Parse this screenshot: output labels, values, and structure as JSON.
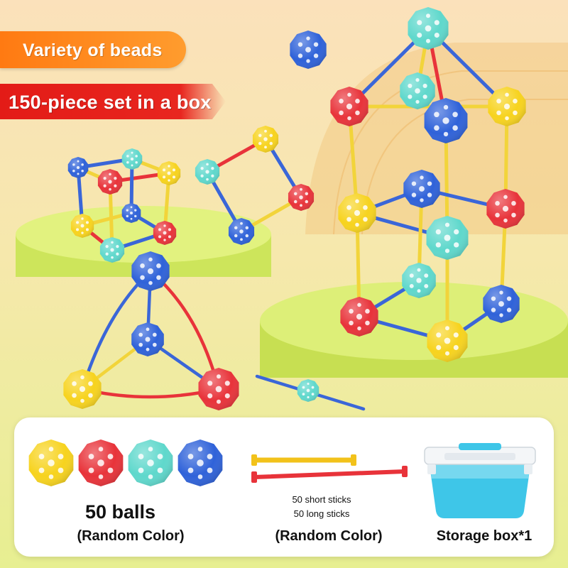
{
  "banners": {
    "variety": "Variety of beads",
    "set": "150-piece set in a box"
  },
  "contents": {
    "balls_count": "50 balls",
    "balls_color": "(Random Color)",
    "short_sticks": "50 short sticks",
    "long_sticks": "50 long sticks",
    "sticks_color": "(Random Color)",
    "storage_box": "Storage box*1"
  },
  "colors": {
    "yellow": "#f7d31e",
    "red": "#e8333a",
    "cyan": "#5fd8cc",
    "blue": "#2f62d9",
    "banner_orange": "#ff7f16",
    "banner_red": "#e31b17",
    "platform_green": "#d5ec6a"
  }
}
